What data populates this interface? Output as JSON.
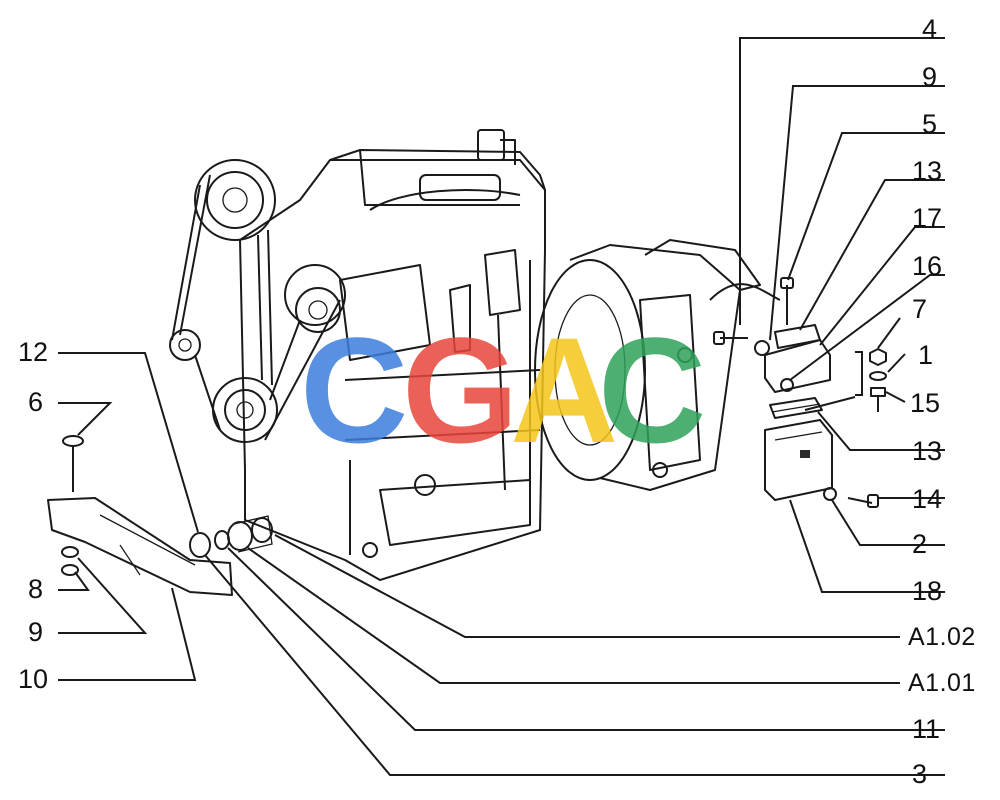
{
  "callouts": {
    "c4": "4",
    "c9_top": "9",
    "c5": "5",
    "c13_top": "13",
    "c17": "17",
    "c16": "16",
    "c7": "7",
    "c1": "1",
    "c15": "15",
    "c13_mid": "13",
    "c14": "14",
    "c2": "2",
    "c18": "18",
    "cA102": "A1.02",
    "cA101": "A1.01",
    "c11": "11",
    "c3": "3",
    "c12": "12",
    "c6": "6",
    "c8": "8",
    "c9_left": "9",
    "c10": "10"
  },
  "watermark": {
    "letters": [
      "C",
      "G",
      "A",
      "C"
    ],
    "colors": [
      "#3b7ddd",
      "#e8463a",
      "#f5c518",
      "#2fa35a"
    ]
  }
}
